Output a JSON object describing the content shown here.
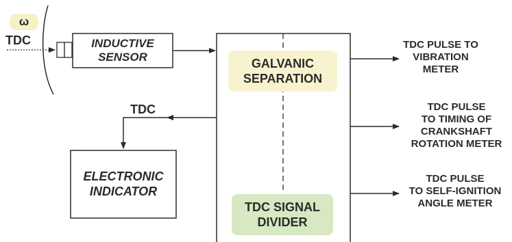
{
  "omega_symbol": "ω",
  "tdc_input_label": "TDC",
  "inductive_sensor": "INDUCTIVE\nSENSOR",
  "galvanic_separation": "GALVANIC\nSEPARATION",
  "tdc_signal_divider": "TDC SIGNAL\nDIVIDER",
  "tdc_output_label": "TDC",
  "electronic_indicator": "ELECTRONIC\nINDICATOR",
  "outputs": [
    "TDC PULSE TO\nVIBRATION\nMETER",
    "TDC PULSE\nTO TIMING OF\nCRANKSHAFT\nROTATION METER",
    "TDC PULSE\nTO SELF-IGNITION\nANGLE METER"
  ],
  "colors": {
    "omega_badge": "#f7f0c4",
    "galvanic_fill": "#f8f3cf",
    "divider_fill": "#d7e8c2",
    "stroke": "#2b2b2b"
  }
}
